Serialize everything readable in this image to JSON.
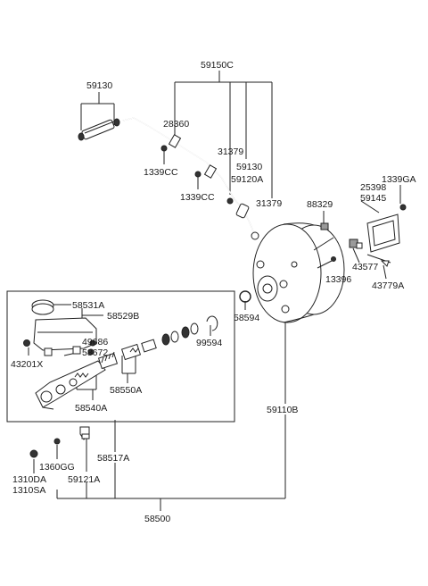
{
  "labels": {
    "p59150C": "59150C",
    "p59130a": "59130",
    "p28360": "28360",
    "p31379a": "31379",
    "p1339CCa": "1339CC",
    "p59130b": "59130",
    "p59120A": "59120A",
    "p1339CCb": "1339CC",
    "p31379b": "31379",
    "p1339GA": "1339GA",
    "p25398": "25398",
    "p59145": "59145",
    "p88329": "88329",
    "p43577": "43577",
    "p13396": "13396",
    "p43779A": "43779A",
    "p58531A": "58531A",
    "p58529B": "58529B",
    "p49686": "49686",
    "p58672": "58672",
    "p43201X": "43201X",
    "p99594": "99594",
    "p58594": "58594",
    "p58550A": "58550A",
    "p58540A": "58540A",
    "p59110B": "59110B",
    "p1360GG": "1360GG",
    "p58517A": "58517A",
    "p1310DA": "1310DA",
    "p1310SA": "1310SA",
    "p59121A": "59121A",
    "p58500": "58500"
  }
}
